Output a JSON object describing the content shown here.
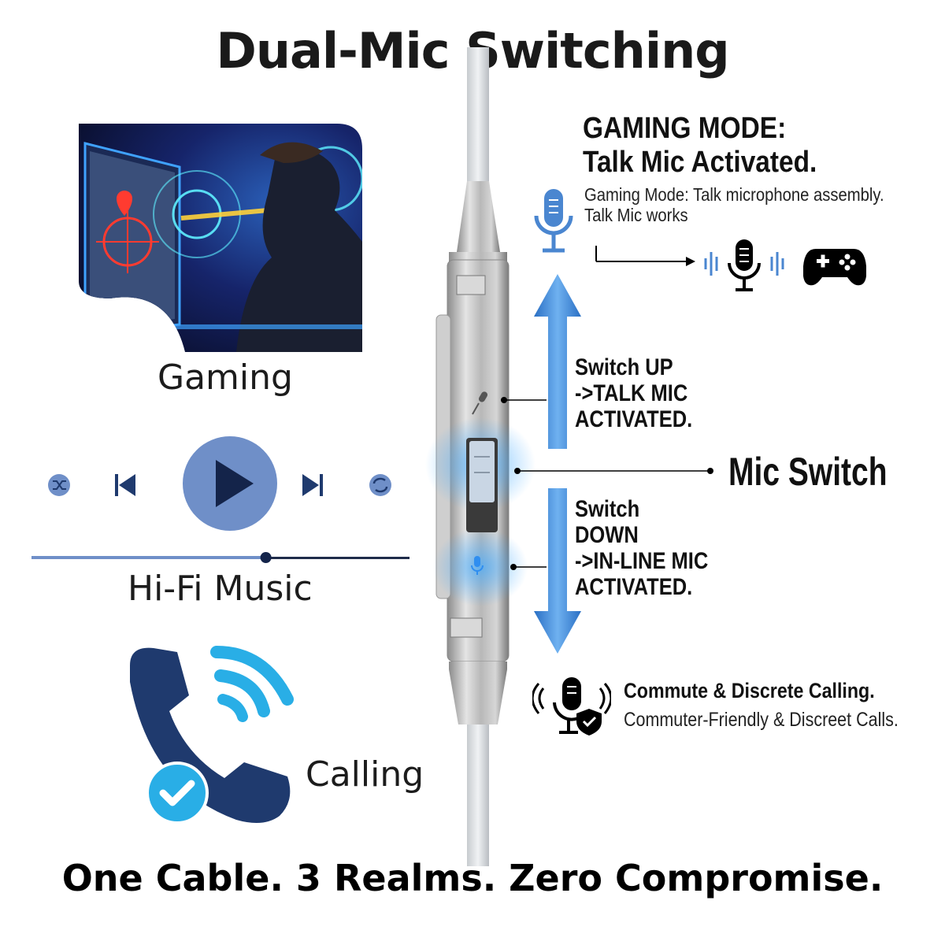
{
  "title": "Dual-Mic Switching",
  "left": {
    "gaming_label": "Gaming",
    "music_label": "Hi-Fi Music",
    "calling_label": "Calling",
    "player": {
      "progress": 0.62,
      "icons": [
        "shuffle-icon",
        "previous-icon",
        "play-icon",
        "next-icon",
        "repeat-icon"
      ]
    }
  },
  "gaming_mode": {
    "title_line1": "GAMING MODE:",
    "title_line2": "Talk Mic Activated.",
    "desc_line1": "Gaming Mode: Talk microphone assembly.",
    "desc_line2": "Talk Mic works"
  },
  "switch_up": {
    "line1": "Switch UP",
    "line2": "->TALK MIC",
    "line3": "ACTIVATED."
  },
  "mic_switch_label": "Mic Switch",
  "switch_down": {
    "line1": "Switch",
    "line2": "DOWN",
    "line3": "->IN-LINE MIC",
    "line4": "ACTIVATED."
  },
  "commute": {
    "title": "Commute & Discrete Calling.",
    "subtitle": "Commuter-Friendly & Discreet Calls."
  },
  "footer": "One Cable. 3 Realms. Zero Compromise.",
  "colors": {
    "accent_blue": "#4a86d0",
    "navy": "#1f3a6e",
    "call_cyan": "#29aee6",
    "player_circle": "#6f8fc8"
  }
}
